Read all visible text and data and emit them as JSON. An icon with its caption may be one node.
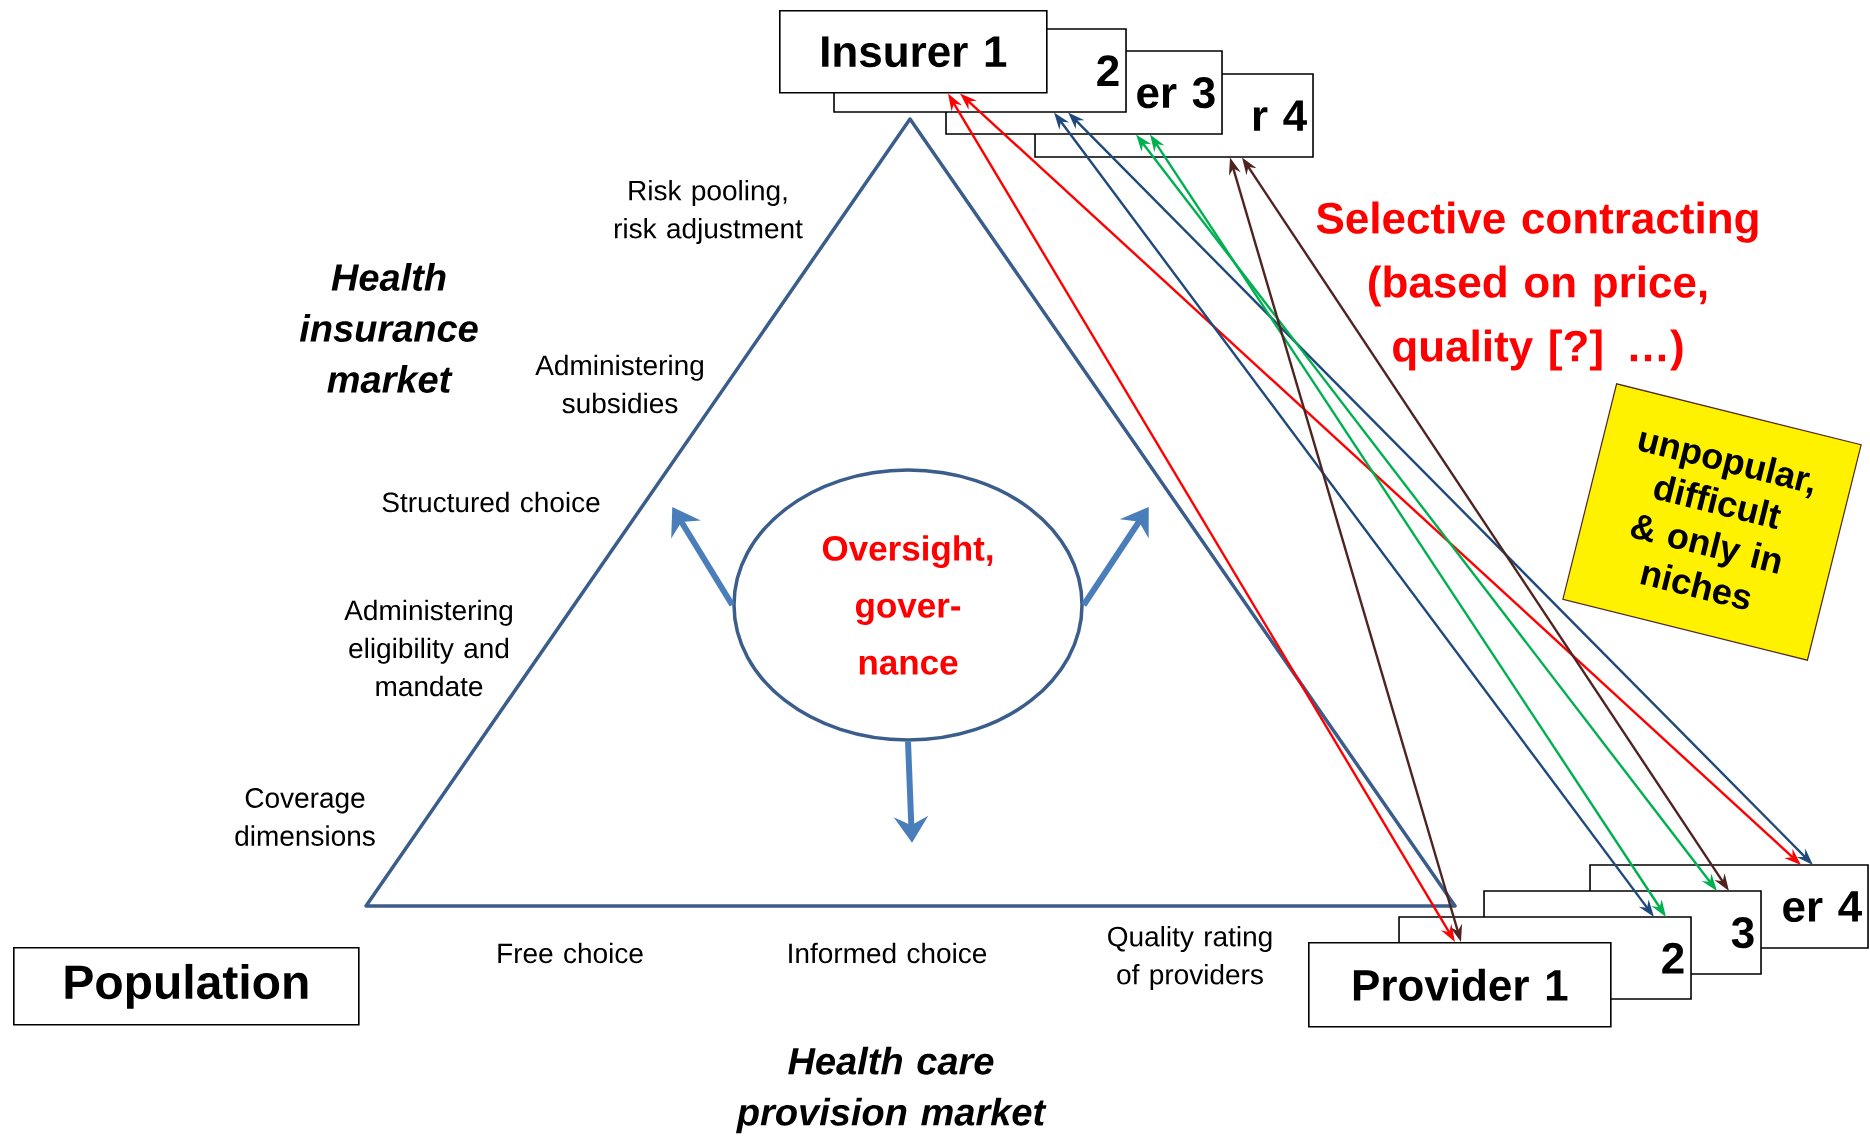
{
  "diagram": {
    "nodes": [
      {
        "text": [
          "Insurer 1"
        ]
      },
      {
        "text": [
          "2"
        ]
      },
      {
        "text": [
          "er 3"
        ]
      },
      {
        "text": [
          "r 4"
        ]
      },
      {
        "text": [
          "Oversight, gover- nance"
        ]
      },
      {
        "text": [
          "unpopular, difficult & only in niches"
        ]
      },
      {
        "text": [
          "Population"
        ]
      },
      {
        "text": [
          "Provider 1"
        ]
      },
      {
        "text": [
          "2"
        ]
      },
      {
        "text": [
          "3"
        ]
      },
      {
        "text": [
          "er 4"
        ]
      }
    ],
    "edges": [
      {
        "from": 0,
        "to": 7,
        "arrow": "both",
        "color": "#ff0000"
      },
      {
        "from": 0,
        "to": 10,
        "arrow": "both",
        "color": "#ff0000"
      },
      {
        "from": 1,
        "to": 8,
        "arrow": "both",
        "color": "#1f497d"
      },
      {
        "from": 1,
        "to": 10,
        "arrow": "both",
        "color": "#1f497d"
      },
      {
        "from": 2,
        "to": 9,
        "arrow": "both",
        "color": "#00b050"
      },
      {
        "from": 2,
        "to": 8,
        "arrow": "both",
        "color": "#00b050"
      },
      {
        "from": 3,
        "to": 7,
        "arrow": "both",
        "color": "#4f2320"
      },
      {
        "from": 3,
        "to": 9,
        "arrow": "both",
        "color": "#4f2320"
      },
      {
        "from": 4,
        "to": null,
        "arrow": "to",
        "style": "thick",
        "color": "#4a7ebb"
      },
      {
        "from": 4,
        "to": null,
        "arrow": "to",
        "style": "thick",
        "color": "#4a7ebb"
      },
      {
        "from": 4,
        "to": null,
        "arrow": "to",
        "style": "thick",
        "color": "#4a7ebb"
      }
    ],
    "labels": [
      "Risk pooling, risk adjustment",
      "Selective contracting (based on price, quality [?] …)",
      "Health insurance market",
      "Administering subsidies",
      "Structured choice",
      "Administering eligibility and mandate",
      "Coverage dimensions",
      "Free choice",
      "Informed choice",
      "Quality rating of providers",
      "Health care provision market"
    ]
  }
}
